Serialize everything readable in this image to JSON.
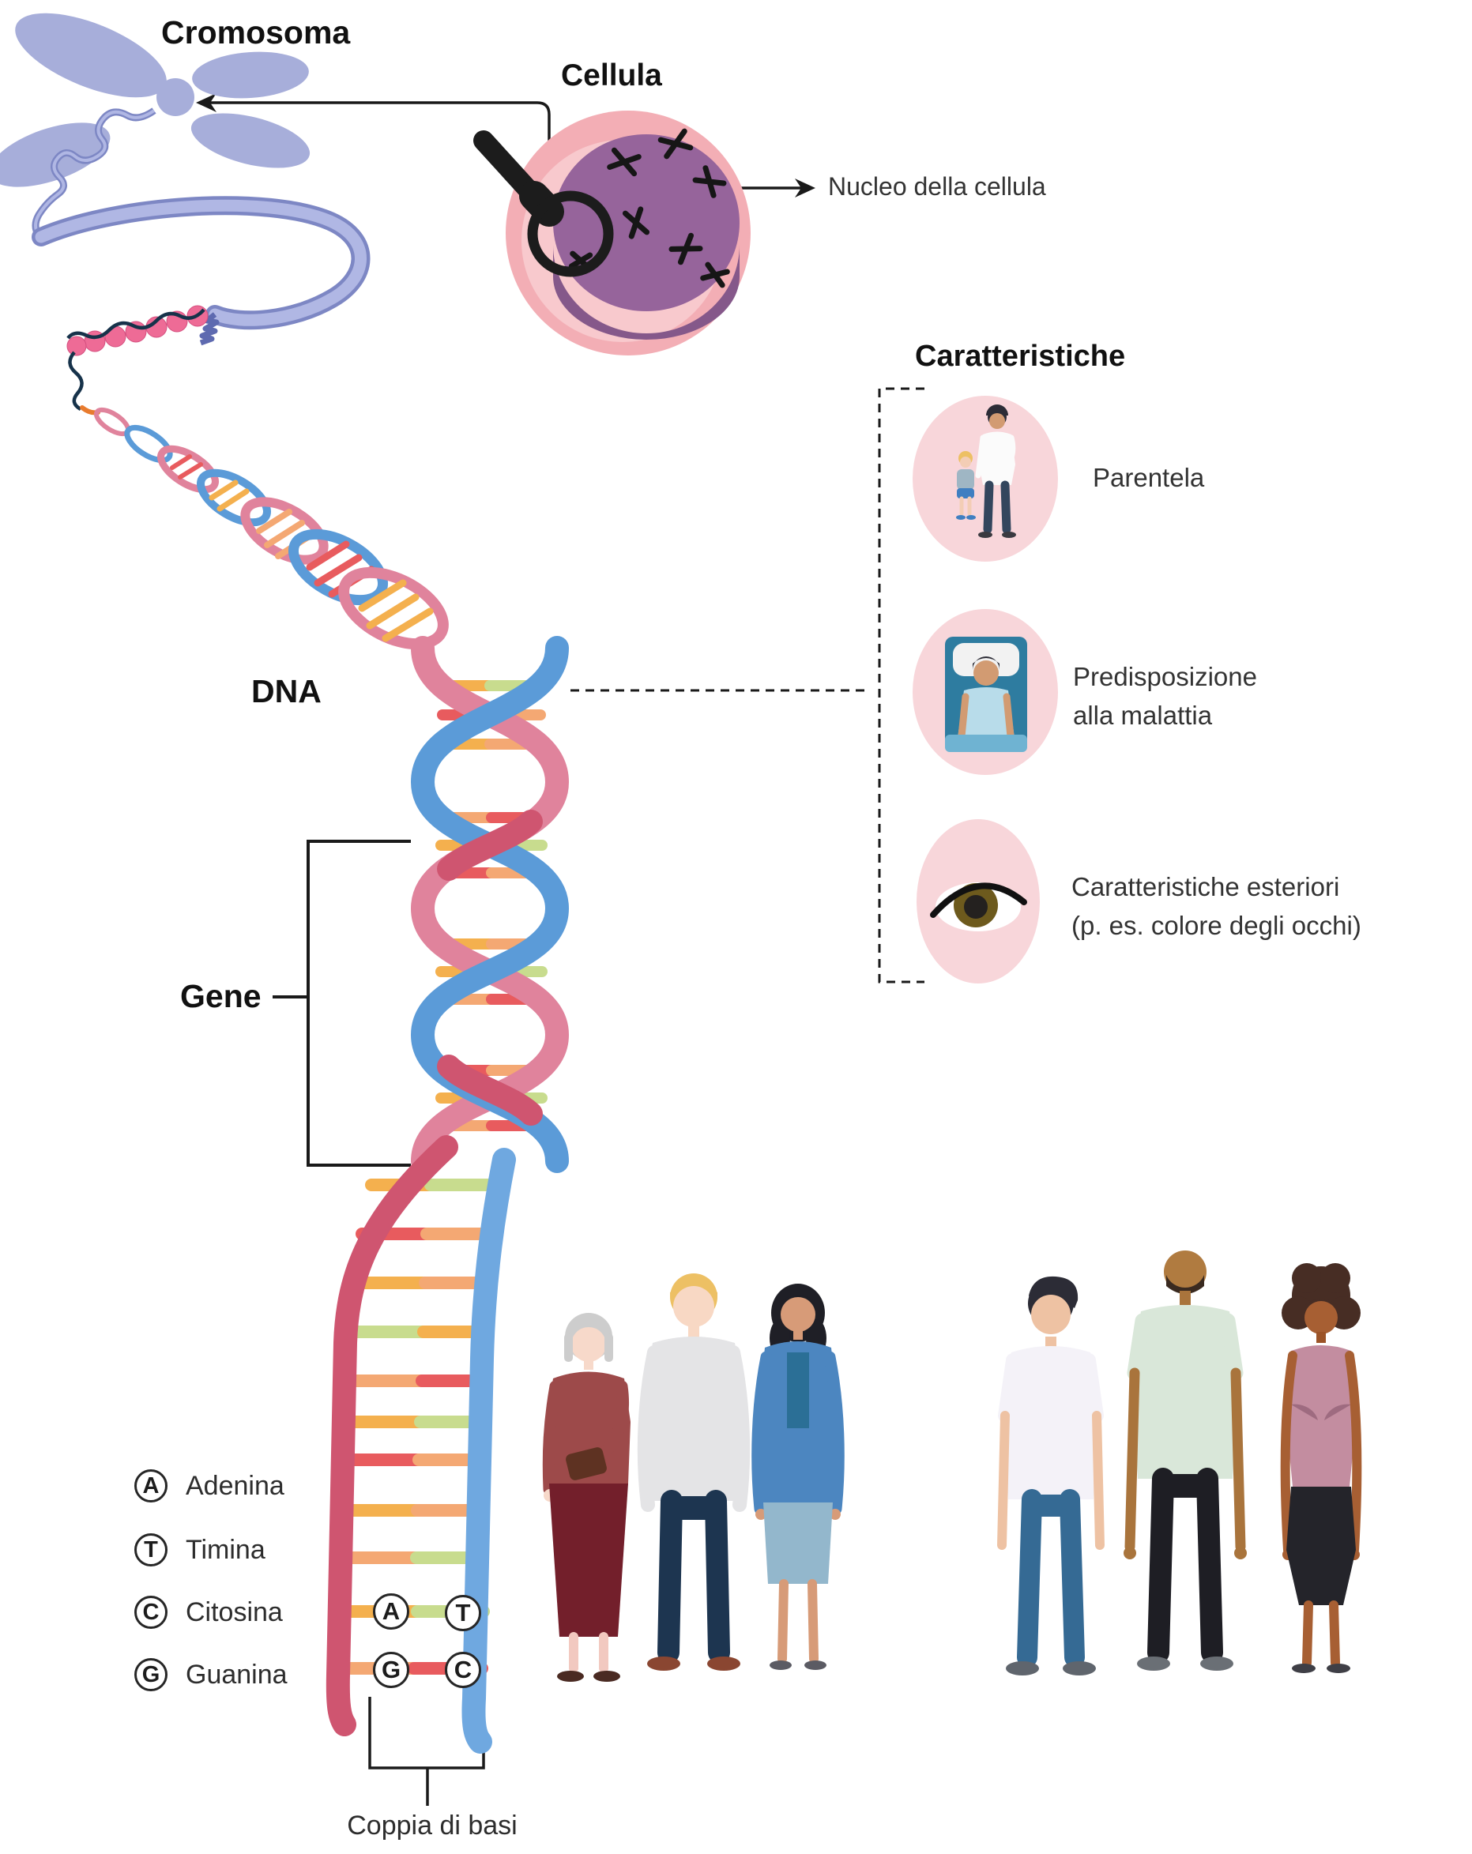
{
  "chromosome": {
    "label": "Cromosoma"
  },
  "cell": {
    "label": "Cellula",
    "nucleus_label": "Nucleo della cellula",
    "magnifier_icon": "magnifying-glass-icon"
  },
  "dna": {
    "label": "DNA"
  },
  "gene": {
    "label": "Gene"
  },
  "characteristics": {
    "heading": "Caratteristiche",
    "items": [
      {
        "icon": "father-and-child-icon",
        "label": "Parentela",
        "label2": ""
      },
      {
        "icon": "sick-person-in-bed-icon",
        "label": "Predisposizione",
        "label2": "alla malattia"
      },
      {
        "icon": "eye-icon",
        "label": "Caratteristiche esteriori",
        "label2": "(p. es. colore degli occhi)"
      }
    ]
  },
  "bases": {
    "legend": [
      {
        "letter": "A",
        "name": "Adenina"
      },
      {
        "letter": "T",
        "name": "Timina"
      },
      {
        "letter": "C",
        "name": "Citosina"
      },
      {
        "letter": "G",
        "name": "Guanina"
      }
    ],
    "pair_top": {
      "left": "A",
      "right": "T"
    },
    "pair_bottom": {
      "left": "G",
      "right": "C"
    },
    "base_pair_label": "Coppia di basi"
  },
  "colors": {
    "chromosome_purple": "#a7aeda",
    "cell_pink": "#f3aeb5",
    "nucleus_purple": "#96649b",
    "circle_pink": "#f8d6da",
    "helix_pink": "#e0839c",
    "helix_crimson": "#cf5570",
    "helix_blue": "#5b9bd8",
    "helix_blue_light": "#6fa8e0",
    "rung_red": "#e85b5e",
    "rung_orange": "#f4a873",
    "rung_yellow": "#f4b04e",
    "rung_green": "#c8dc8e"
  }
}
